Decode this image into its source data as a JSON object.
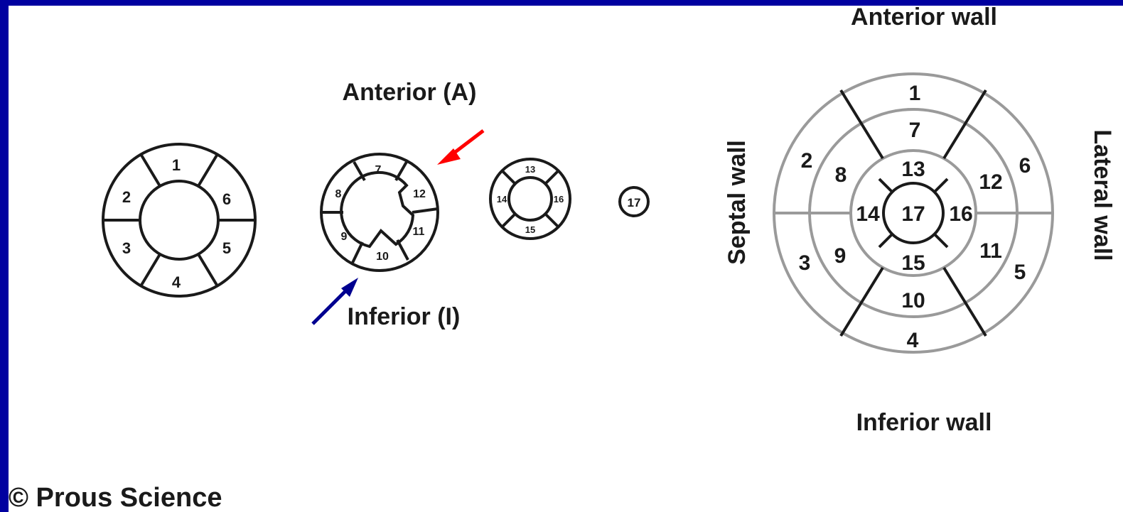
{
  "labels": {
    "anterior_a": "Anterior (A)",
    "inferior_i": "Inferior (I)",
    "anterior_wall": "Anterior wall",
    "inferior_wall": "Inferior wall",
    "septal_wall": "Septal wall",
    "lateral_wall": "Lateral wall"
  },
  "copyright": "© Prous Science",
  "basal_segments": [
    "1",
    "2",
    "3",
    "4",
    "5",
    "6"
  ],
  "mid_segments": [
    "7",
    "8",
    "9",
    "10",
    "11",
    "12"
  ],
  "apical_segments": [
    "13",
    "14",
    "15",
    "16"
  ],
  "apex_segment": "17",
  "bullseye_segments": {
    "basal": [
      "1",
      "2",
      "3",
      "4",
      "5",
      "6"
    ],
    "mid": [
      "7",
      "8",
      "9",
      "10",
      "11",
      "12"
    ],
    "apical": [
      "13",
      "14",
      "15",
      "16"
    ],
    "apex": "17"
  },
  "colors": {
    "background_border": "#0000a0",
    "red_arrow": "#ff0000",
    "blue_arrow": "#000090",
    "bullseye_rings": "#9a9a9a",
    "outline": "#1a1a1a"
  }
}
